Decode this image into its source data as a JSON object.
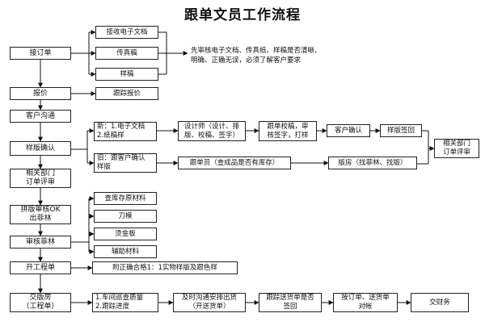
{
  "title": "跟单文员工作流程",
  "main": {
    "jiedingdan": "接订单",
    "baojia": "报价",
    "kehu": "客户沟通",
    "yangban": "样版确认",
    "xiangguan1": "相关部门\n订单评审",
    "pinban": "拼版审核OK\n出菲林",
    "shenhe": "审核菲林",
    "kaigong": "开工程单",
    "jiaoban": "交版房\n（工程单）"
  },
  "order": {
    "items": [
      "接收电子文档",
      "传真稿",
      "样稿"
    ],
    "note": "先审核电子文档、传真纸、样稿是否清晰、\n明确、正确无误，必须了解客户要求"
  },
  "quote": {
    "follow": "跟踪报价"
  },
  "sample": {
    "new_label": "新：1.电子文档\n     2.纸稿样",
    "designer": "设计师（设计、排\n版、校稿、签字）",
    "proof": "跟单校稿，审\n核签字，打样",
    "confirm": "客户确认",
    "return": "样版签回",
    "review": "相关部门\n订单评审",
    "old_label": "旧：跟客户确认\n样版",
    "stock": "跟单员（查成品是否有库存）",
    "plate": "版房（找菲林、找版）"
  },
  "film": {
    "items": [
      "查库存原材料",
      "刀模",
      "烫金板",
      "辅助材料"
    ]
  },
  "work": {
    "note": "附正确合格1：1实物样版及跟色样"
  },
  "delivery": {
    "inspect": "1.车间巡查质量\n2.跟踪进度",
    "ship": "及时沟通安排出货\n（开送货单）",
    "track": "跟踪送货单是否\n签回",
    "reconcile": "按订单、送货单\n对帐",
    "finance": "交财务"
  }
}
